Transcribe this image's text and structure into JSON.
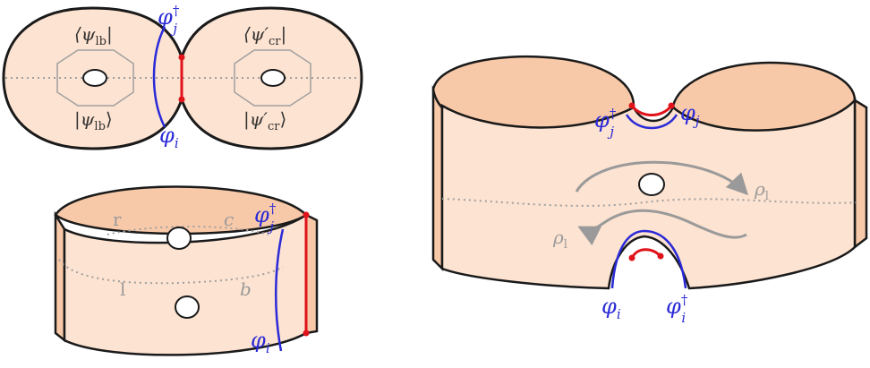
{
  "colors": {
    "surface": "#fde3d1",
    "surface_dark": "#f8c9a8",
    "outline": "#1a1a1a",
    "blue": "#2a2ad8",
    "red": "#e0121a",
    "gray": "#9a9a9a"
  },
  "top_left": {
    "bra_left": "⟨ψ",
    "bra_left_sub": "lb",
    "ket_left": "|ψ",
    "ket_left_sub": "lb",
    "bra_right": "⟨ψ′",
    "bra_right_sub": "cr",
    "ket_right": "|ψ′",
    "ket_right_sub": "cr",
    "phi_j_dagger": "φ",
    "phi_j_dagger_sup": "†",
    "phi_j_dagger_sub": "j",
    "phi_i": "φ",
    "phi_i_sub": "i"
  },
  "bottom_left": {
    "label_r": "r",
    "label_c": "c",
    "label_l": "l",
    "label_b": "b",
    "phi_j_dagger": "φ",
    "phi_j_dagger_sup": "†",
    "phi_j_dagger_sub": "j",
    "phi_i": "φ",
    "phi_i_sub": "i"
  },
  "right": {
    "phi_j_dagger": "φ",
    "phi_j_dagger_sup": "†",
    "phi_j_dagger_sub": "j",
    "phi_j": "φ",
    "phi_j_sub": "j",
    "rho_top": "ρ",
    "rho_top_sub": "l",
    "rho_bottom": "ρ",
    "rho_bottom_sub": "l",
    "phi_i": "φ",
    "phi_i_sub": "i",
    "phi_i_dagger": "φ",
    "phi_i_dagger_sup": "†",
    "phi_i_dagger_sub": "i"
  }
}
